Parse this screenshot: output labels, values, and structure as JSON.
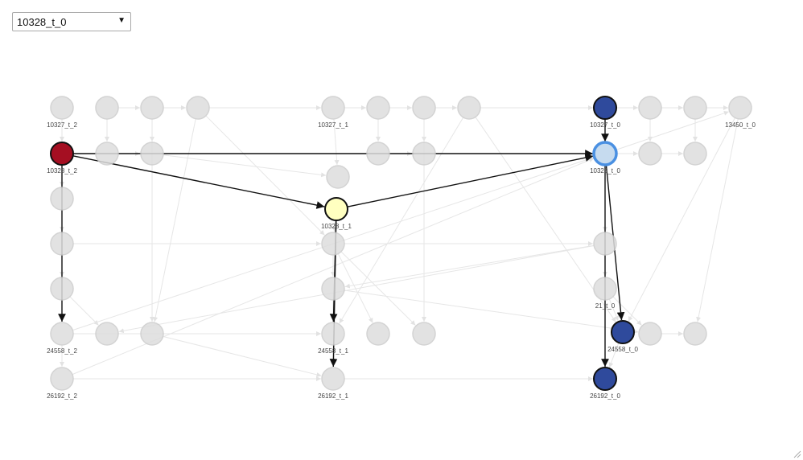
{
  "selector": {
    "value": "10328_t_0",
    "chevron": "▼"
  },
  "colors": {
    "node_default": "#dddddd",
    "node_default_stroke": "#cccccc",
    "edge_faint": "#e6e6e6",
    "edge_active": "#111111",
    "node_red": "#a50f22",
    "node_blue": "#2f4a9c",
    "node_yellow": "#ffffc0",
    "node_selected": "#c6dbef",
    "node_selected_stroke": "#4a90e2",
    "label": "#444444"
  },
  "nodes": [
    {
      "id": "10327_t_2",
      "label": "10327_t_2",
      "state": "default"
    },
    {
      "id": "a1",
      "label": "",
      "state": "default"
    },
    {
      "id": "a2",
      "label": "",
      "state": "default"
    },
    {
      "id": "a3",
      "label": "",
      "state": "default"
    },
    {
      "id": "10327_t_1",
      "label": "10327_t_1",
      "state": "default"
    },
    {
      "id": "b1",
      "label": "",
      "state": "default"
    },
    {
      "id": "b2",
      "label": "",
      "state": "default"
    },
    {
      "id": "b3",
      "label": "",
      "state": "default"
    },
    {
      "id": "10327_t_0",
      "label": "10327_t_0",
      "state": "blue"
    },
    {
      "id": "c1",
      "label": "",
      "state": "default"
    },
    {
      "id": "c2",
      "label": "",
      "state": "default"
    },
    {
      "id": "13450_t_0",
      "label": "13450_t_0",
      "state": "default"
    },
    {
      "id": "10328_t_2",
      "label": "10328_t_2",
      "state": "red"
    },
    {
      "id": "d1",
      "label": "",
      "state": "default"
    },
    {
      "id": "d2",
      "label": "",
      "state": "default"
    },
    {
      "id": "e1",
      "label": "",
      "state": "default"
    },
    {
      "id": "e2",
      "label": "",
      "state": "default"
    },
    {
      "id": "10328_t_0",
      "label": "10328_t_0",
      "state": "selected"
    },
    {
      "id": "f1",
      "label": "",
      "state": "default"
    },
    {
      "id": "f2",
      "label": "",
      "state": "default"
    },
    {
      "id": "g1",
      "label": "",
      "state": "default"
    },
    {
      "id": "10328_t_1",
      "label": "10328_t_1",
      "state": "yellow"
    },
    {
      "id": "h1",
      "label": "",
      "state": "default"
    },
    {
      "id": "i1",
      "label": "",
      "state": "default"
    },
    {
      "id": "i2",
      "label": "",
      "state": "default"
    },
    {
      "id": "i3",
      "label": "",
      "state": "default"
    },
    {
      "id": "j1",
      "label": "",
      "state": "default"
    },
    {
      "id": "j2",
      "label": "",
      "state": "default"
    },
    {
      "id": "21_t_0",
      "label": "21_t_0",
      "state": "default"
    },
    {
      "id": "24558_t_2",
      "label": "24558_t_2",
      "state": "default"
    },
    {
      "id": "k1",
      "label": "",
      "state": "default"
    },
    {
      "id": "k2",
      "label": "",
      "state": "default"
    },
    {
      "id": "24558_t_1",
      "label": "24558_t_1",
      "state": "default"
    },
    {
      "id": "l1",
      "label": "",
      "state": "default"
    },
    {
      "id": "l2",
      "label": "",
      "state": "default"
    },
    {
      "id": "24558_t_0",
      "label": "24558_t_0",
      "state": "blue"
    },
    {
      "id": "m1",
      "label": "",
      "state": "default"
    },
    {
      "id": "m2",
      "label": "",
      "state": "default"
    },
    {
      "id": "26192_t_2",
      "label": "26192_t_2",
      "state": "default"
    },
    {
      "id": "26192_t_1",
      "label": "26192_t_1",
      "state": "default"
    },
    {
      "id": "26192_t_0",
      "label": "26192_t_0",
      "state": "blue"
    }
  ],
  "edges_active": [
    [
      "10328_t_2",
      "10328_t_0"
    ],
    [
      "10328_t_2",
      "10328_t_1"
    ],
    [
      "10328_t_1",
      "10328_t_0"
    ],
    [
      "10327_t_0",
      "10328_t_0"
    ],
    [
      "10328_t_2",
      "24558_t_2"
    ],
    [
      "10328_t_1",
      "24558_t_1"
    ],
    [
      "10328_t_1",
      "26192_t_1"
    ],
    [
      "10328_t_0",
      "24558_t_0"
    ],
    [
      "10328_t_0",
      "26192_t_0"
    ]
  ],
  "edges_faint": [
    [
      "10327_t_2",
      "10328_t_2"
    ],
    [
      "a1",
      "d1"
    ],
    [
      "a2",
      "d2"
    ],
    [
      "a3",
      "i2"
    ],
    [
      "10327_t_1",
      "g1"
    ],
    [
      "b1",
      "e1"
    ],
    [
      "b2",
      "e2"
    ],
    [
      "b3",
      "24558_t_0"
    ],
    [
      "c1",
      "f1"
    ],
    [
      "c2",
      "f2"
    ],
    [
      "13450_t_0",
      "24558_t_0"
    ],
    [
      "13450_t_0",
      "m2"
    ],
    [
      "10328_t_2",
      "h1"
    ],
    [
      "h1",
      "i1"
    ],
    [
      "i1",
      "j1"
    ],
    [
      "j1",
      "24558_t_2"
    ],
    [
      "24558_t_2",
      "26192_t_2"
    ],
    [
      "d1",
      "d2"
    ],
    [
      "d2",
      "g1"
    ],
    [
      "e1",
      "e2"
    ],
    [
      "e2",
      "10328_t_0"
    ],
    [
      "10328_t_0",
      "f1"
    ],
    [
      "f1",
      "f2"
    ],
    [
      "10328_t_0",
      "13450_t_0"
    ],
    [
      "a1",
      "a2"
    ],
    [
      "a2",
      "a3"
    ],
    [
      "a3",
      "10327_t_1"
    ],
    [
      "10327_t_1",
      "b1"
    ],
    [
      "b1",
      "b2"
    ],
    [
      "b2",
      "b3"
    ],
    [
      "b3",
      "10327_t_0"
    ],
    [
      "10327_t_0",
      "c1"
    ],
    [
      "c1",
      "c2"
    ],
    [
      "c2",
      "13450_t_0"
    ],
    [
      "10328_t_1",
      "i2"
    ],
    [
      "i2",
      "j2"
    ],
    [
      "j2",
      "24558_t_1"
    ],
    [
      "24558_t_1",
      "26192_t_1"
    ],
    [
      "i2",
      "l1"
    ],
    [
      "i2",
      "l2"
    ],
    [
      "i3",
      "k1"
    ],
    [
      "i3",
      "21_t_0"
    ],
    [
      "21_t_0",
      "24558_t_0"
    ],
    [
      "21_t_0",
      "m1"
    ],
    [
      "24558_t_0",
      "26192_t_0"
    ],
    [
      "21_t_0",
      "26192_t_0"
    ],
    [
      "j1",
      "k1"
    ],
    [
      "24558_t_2",
      "24558_t_1"
    ],
    [
      "k1",
      "24558_t_1"
    ],
    [
      "k2",
      "26192_t_1"
    ],
    [
      "26192_t_2",
      "10328_t_0"
    ],
    [
      "26192_t_2",
      "26192_t_1"
    ],
    [
      "26192_t_1",
      "26192_t_0"
    ],
    [
      "24558_t_2",
      "10328_t_0"
    ],
    [
      "i1",
      "i2"
    ],
    [
      "i2",
      "i3"
    ],
    [
      "m1",
      "m2"
    ],
    [
      "a3",
      "k2"
    ],
    [
      "a2",
      "k2"
    ],
    [
      "b3",
      "24558_t_1"
    ],
    [
      "b2",
      "l2"
    ],
    [
      "10328_t_0",
      "i3"
    ],
    [
      "i3",
      "j2"
    ],
    [
      "j2",
      "m1"
    ]
  ]
}
